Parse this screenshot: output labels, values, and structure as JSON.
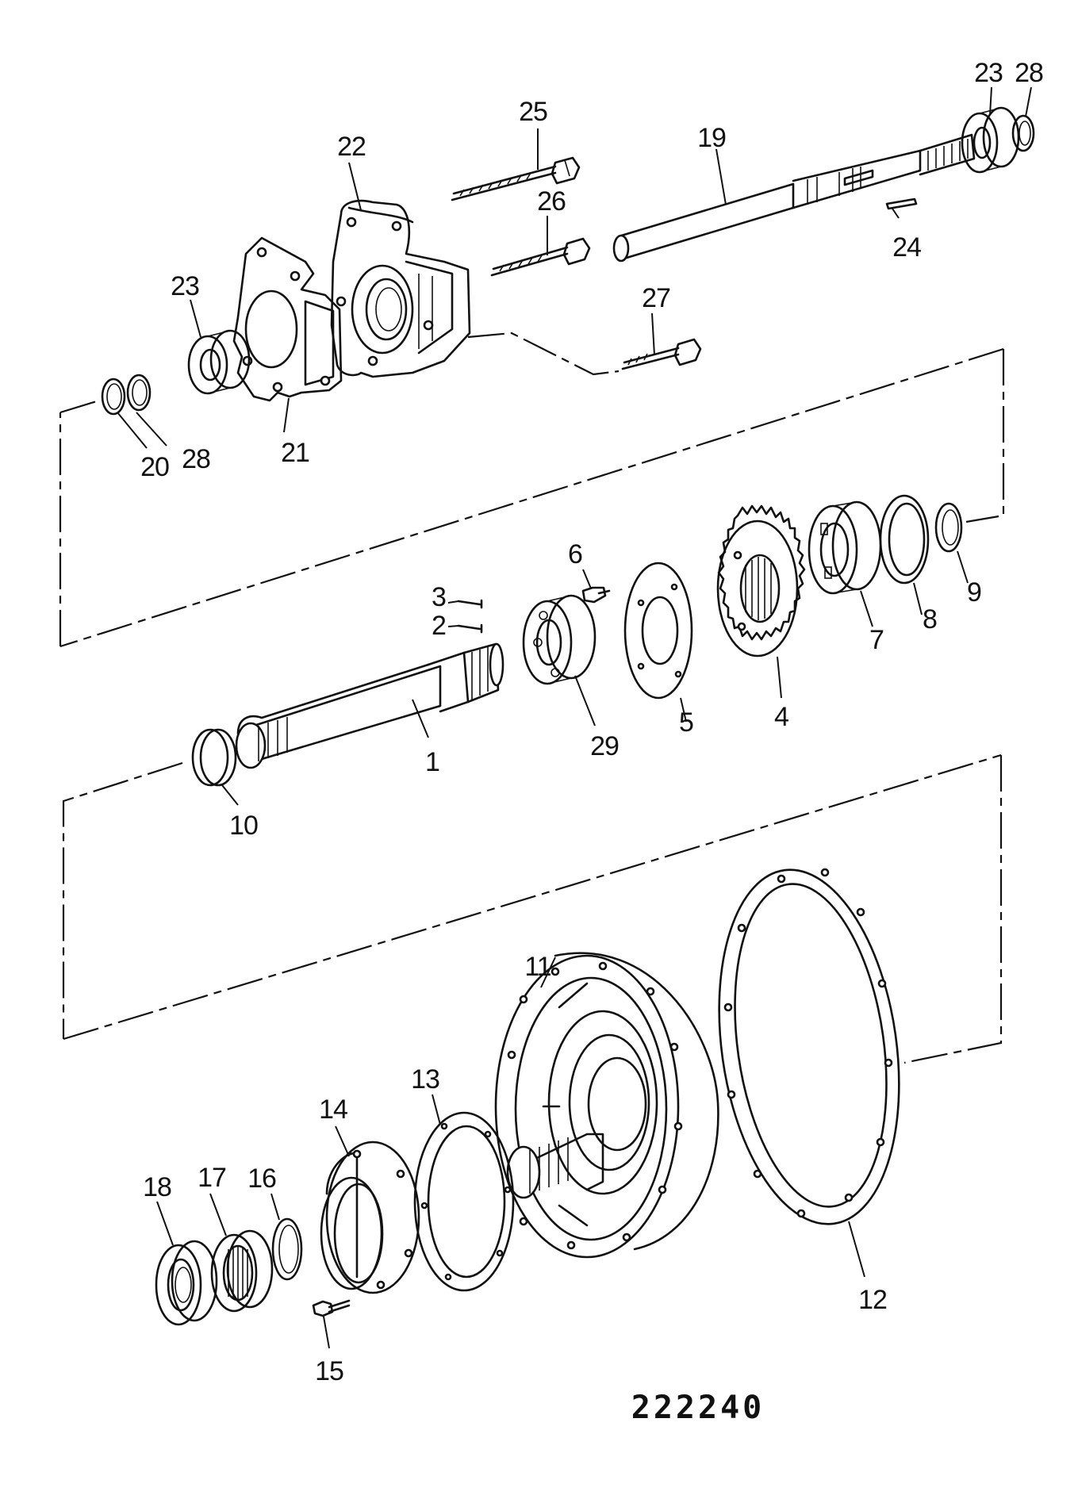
{
  "figure_number": "222240",
  "callouts": {
    "c1": "1",
    "c2": "2",
    "c3": "3",
    "c4": "4",
    "c5": "5",
    "c6": "6",
    "c7": "7",
    "c8": "8",
    "c9": "9",
    "c10": "10",
    "c11": "11",
    "c12": "12",
    "c13": "13",
    "c14": "14",
    "c15": "15",
    "c16": "16",
    "c17": "17",
    "c18": "18",
    "c19": "19",
    "c20": "20",
    "c21": "21",
    "c22": "22",
    "c23a": "23",
    "c23b": "23",
    "c24": "24",
    "c25": "25",
    "c26": "26",
    "c27": "27",
    "c28a": "28",
    "c28b": "28",
    "c29": "29"
  }
}
